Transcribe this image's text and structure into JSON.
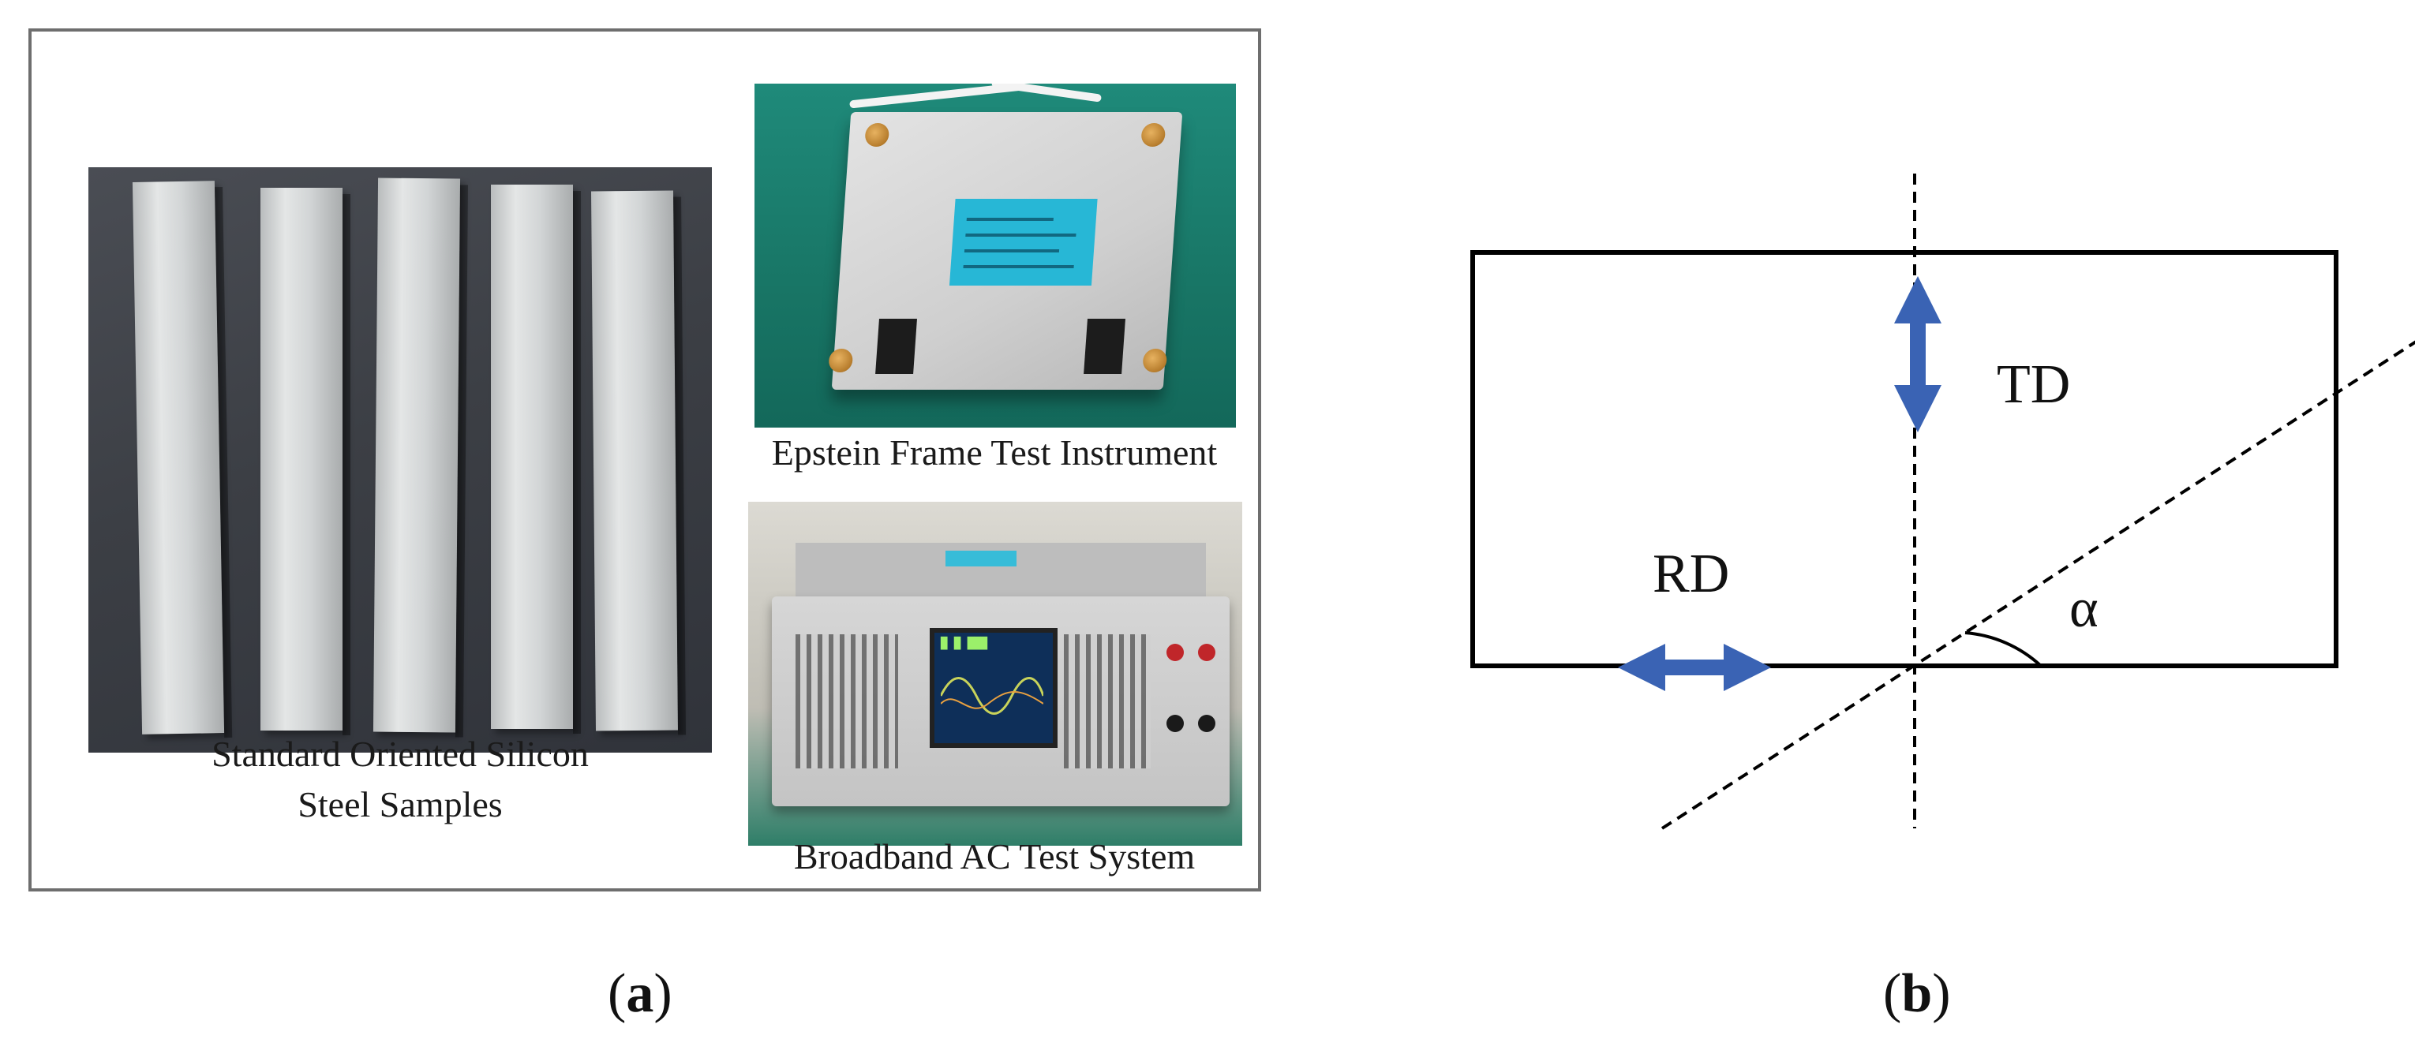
{
  "panel_a": {
    "caption_samples_line1": "Standard Oriented Silicon",
    "caption_samples_line2": "Steel Samples",
    "caption_epstein": "Epstein Frame Test Instrument",
    "caption_ac": "Broadband AC Test System",
    "sublabel_open": "(",
    "sublabel_letter": "a",
    "sublabel_close": ")"
  },
  "panel_b": {
    "td_label": "TD",
    "rd_label": "RD",
    "angle_label": "α",
    "sublabel_open": "(",
    "sublabel_letter": "b",
    "sublabel_close": ")"
  },
  "colors": {
    "arrow_blue": "#3a63b4",
    "frame_border": "#6e6e6e",
    "line_black": "#000000"
  }
}
